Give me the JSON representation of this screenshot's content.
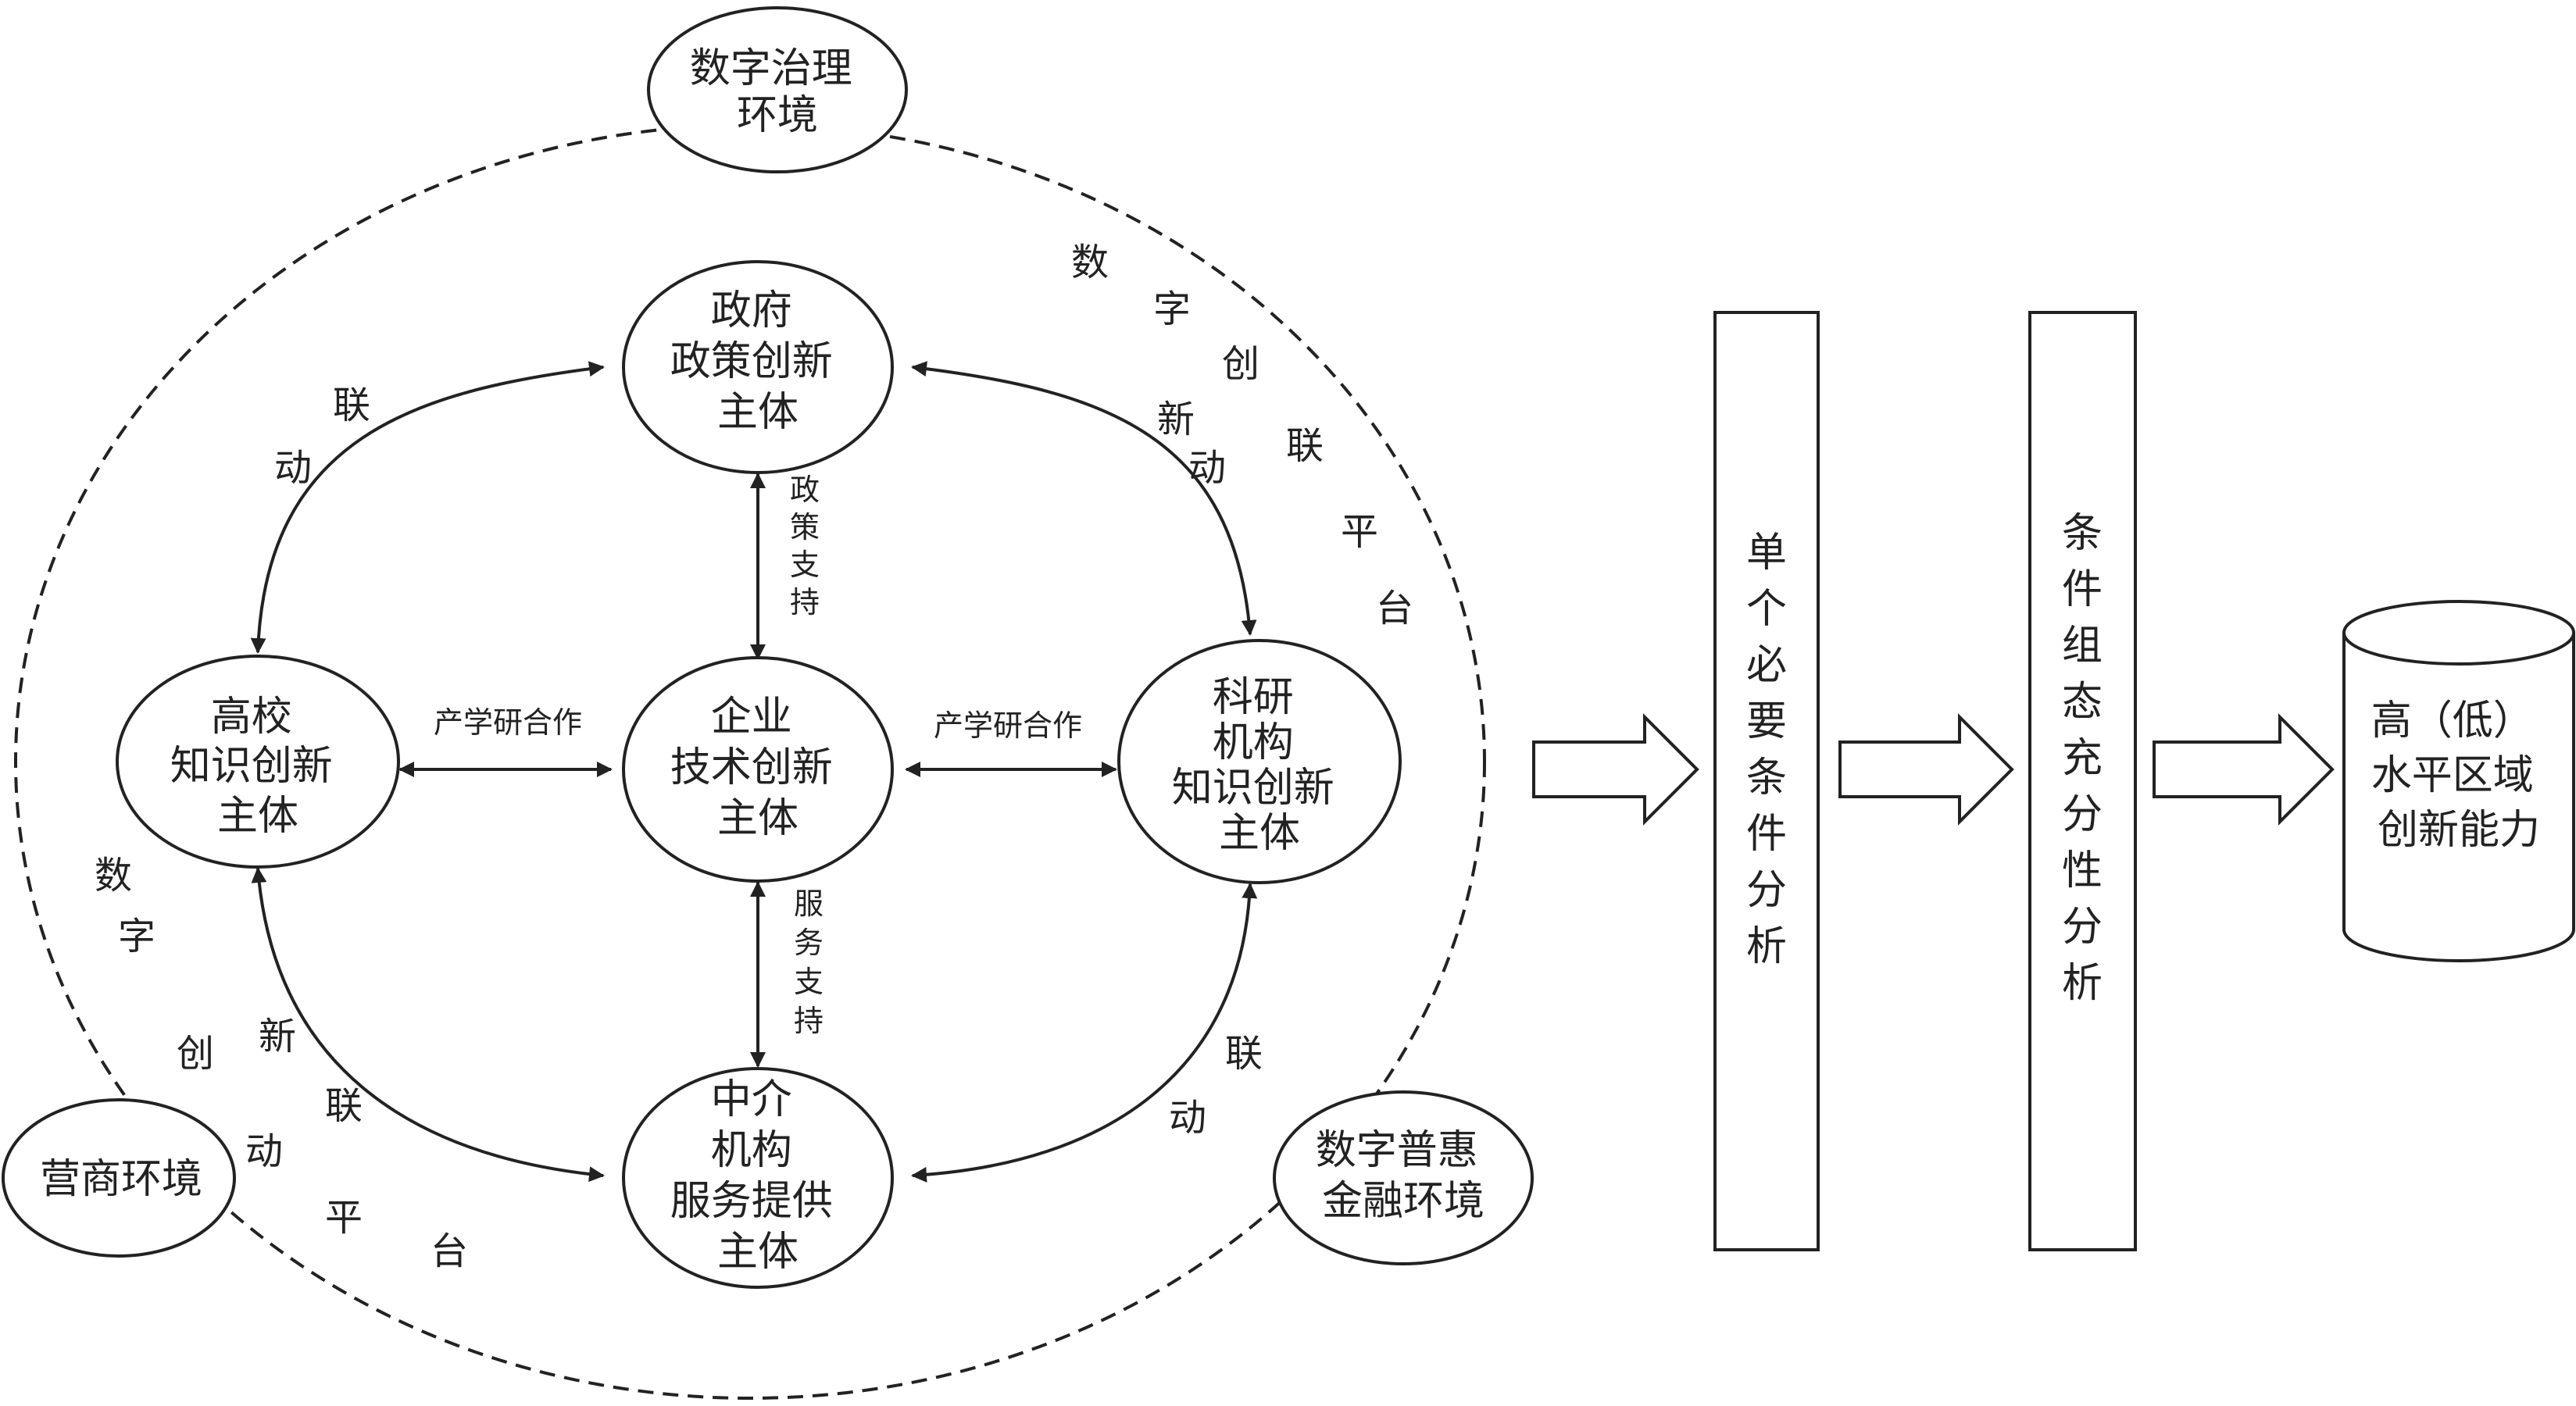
{
  "nodes": {
    "digital_governance": [
      "数字治理",
      "环境"
    ],
    "government": [
      "政府",
      "政策创新",
      "主体"
    ],
    "university": [
      "高校",
      "知识创新",
      "主体"
    ],
    "enterprise": [
      "企业",
      "技术创新",
      "主体"
    ],
    "research": [
      "科研",
      "机构",
      "知识创新",
      "主体"
    ],
    "intermediary": [
      "中介",
      "机构",
      "服务提供",
      "主体"
    ],
    "business_env": [
      "营商环境"
    ],
    "digital_finance": [
      "数字普惠",
      "金融环境"
    ]
  },
  "edge_labels": {
    "policy_support": "政策支持",
    "service_support": "服务支持",
    "iur_left": "产学研合作",
    "iur_right": "产学研合作"
  },
  "platform_labels": {
    "linkage_top_left": "联动",
    "platform_top_right": "数字创新联动平台",
    "platform_bottom_left": "数字创新联动平台",
    "linkage_bottom_right": "联动"
  },
  "pipeline": {
    "step1": "单个必要条件分析",
    "step2": "条件组态充分性分析",
    "result": [
      "高（低）",
      "水平区域",
      "创新能力"
    ]
  }
}
